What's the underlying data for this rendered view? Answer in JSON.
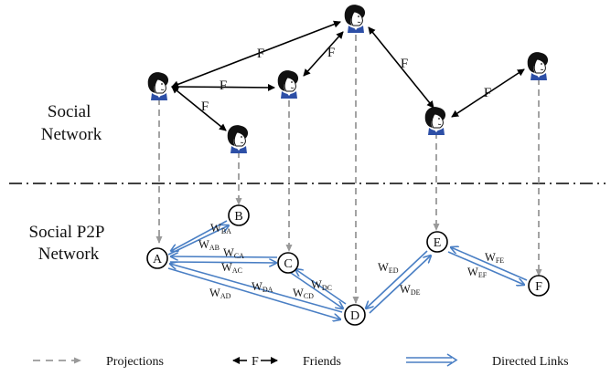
{
  "layers": {
    "social": [
      "Social",
      "Network"
    ],
    "p2p": [
      "Social P2P",
      "Network"
    ]
  },
  "friend_label": "F",
  "nodes": [
    "A",
    "B",
    "C",
    "D",
    "E",
    "F"
  ],
  "weights": {
    "BA": {
      "w": "W",
      "sub": "BA"
    },
    "AB": {
      "w": "W",
      "sub": "AB"
    },
    "CA": {
      "w": "W",
      "sub": "CA"
    },
    "AC": {
      "w": "W",
      "sub": "AC"
    },
    "DA": {
      "w": "W",
      "sub": "DA"
    },
    "AD": {
      "w": "W",
      "sub": "AD"
    },
    "CD": {
      "w": "W",
      "sub": "CD"
    },
    "DC": {
      "w": "W",
      "sub": "DC"
    },
    "ED": {
      "w": "W",
      "sub": "ED"
    },
    "DE": {
      "w": "W",
      "sub": "DE"
    },
    "FE": {
      "w": "W",
      "sub": "FE"
    },
    "EF": {
      "w": "W",
      "sub": "EF"
    }
  },
  "legend": {
    "projections": "Projections",
    "friends_symbol": "F",
    "friends": "Friends",
    "directed": "Directed Links"
  },
  "colors": {
    "projection": "#999999",
    "directed_link": "#4a7fc4",
    "friend_edge": "#000000",
    "separator": "#000000"
  }
}
